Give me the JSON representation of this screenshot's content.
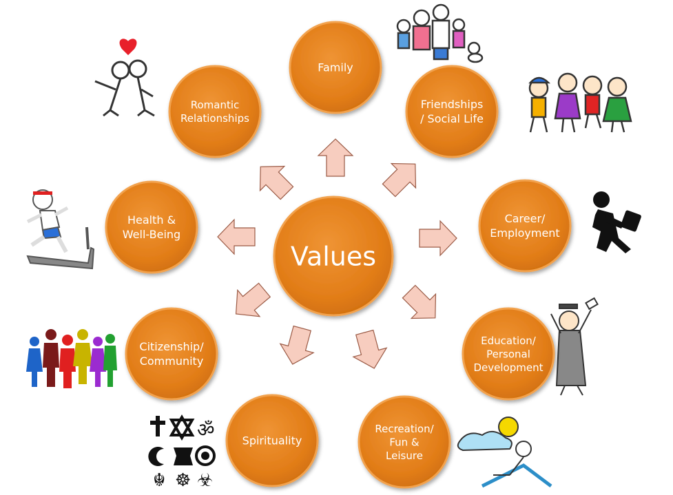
{
  "center": {
    "label": "Values"
  },
  "categories": [
    {
      "id": "family",
      "lines": [
        "Family"
      ]
    },
    {
      "id": "friendships",
      "lines": [
        "Friendships",
        "/ Social Life"
      ]
    },
    {
      "id": "career",
      "lines": [
        "Career/",
        "Employment"
      ]
    },
    {
      "id": "education",
      "lines": [
        "Education/",
        "Personal",
        "Development"
      ]
    },
    {
      "id": "recreation",
      "lines": [
        "Recreation/",
        "Fun &",
        "Leisure"
      ]
    },
    {
      "id": "spirituality",
      "lines": [
        "Spirituality"
      ]
    },
    {
      "id": "citizenship",
      "lines": [
        "Citizenship/",
        "Community"
      ]
    },
    {
      "id": "health",
      "lines": [
        "Health &",
        "Well-Being"
      ]
    },
    {
      "id": "romantic",
      "lines": [
        "Romantic",
        "Relationships"
      ]
    }
  ],
  "colors": {
    "circle": "#e8821c",
    "circle_dark": "#c96a10",
    "circle_ring": "#f2a24e",
    "arrow_fill": "#f7cdbf",
    "arrow_stroke": "#9a5a45",
    "text": "#ffffff"
  },
  "decor_icons": [
    "couple-kissing-icon",
    "family-drawing-icon",
    "kids-waving-icon",
    "businessman-walking-icon",
    "graduate-cheering-icon",
    "beach-relaxing-icon",
    "religious-symbols-icon",
    "people-silhouettes-icon",
    "treadmill-runner-icon"
  ]
}
